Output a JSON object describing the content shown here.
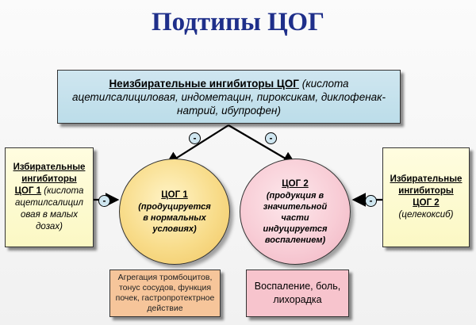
{
  "title": "Подтипы ЦОГ",
  "top_box": {
    "heading": "Неизбирательные ингибиторы ЦОГ",
    "examples": "(кислота ацетилсалициловая, индометацин, пироксикам, диклофенак-натрий, ибупрофен)"
  },
  "left_box": {
    "heading_line1": "Избирательные",
    "heading_line2": "ингибиторы",
    "heading_line3": "ЦОГ 1",
    "examples": "(кислота ацетилсалицил овая в малых дозах)"
  },
  "right_box": {
    "heading_line1": "Избирательные",
    "heading_line2": "ингибиторы",
    "heading_line3": "ЦОГ 2",
    "examples": "(целекоксиб)"
  },
  "cox1": {
    "title": "ЦОГ 1",
    "desc": "(продуцируется в нормальных условиях)"
  },
  "cox2": {
    "title": "ЦОГ 2",
    "desc": "(продукция в значительной части индуцируется воспалением)"
  },
  "bottom_left": "Агрегация тромбоцитов, тонус сосудов, функция почек, гастропротектрное действие",
  "bottom_right": "Воспаление, боль, лихорадка",
  "inhibit_symbol": "-"
}
